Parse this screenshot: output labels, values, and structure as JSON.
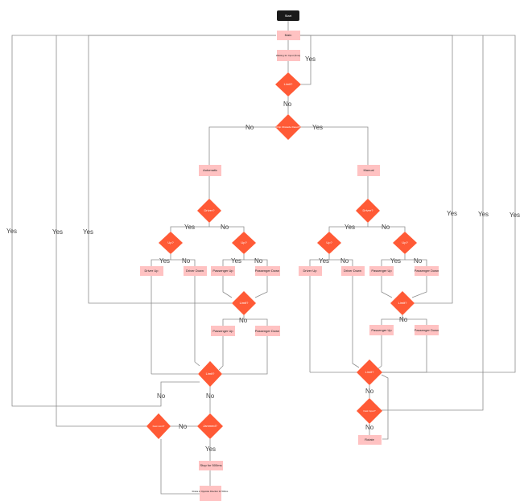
{
  "diagram": {
    "nodes": {
      "start": "Start",
      "main": "Main",
      "waiting": "Waiting for Input (5ms)",
      "q_limit_top": "Limit?",
      "q_obstacle": "Chip Obstacle Detect?",
      "automatic": "Automatic",
      "manual": "Manual",
      "q_driver_l": "Driver?",
      "q_up_l1": "Up?",
      "q_up_l2": "Up?",
      "driver_up_l": "Driver Up",
      "driver_down_l": "Driver Down",
      "pass_up_l": "Passenger Up",
      "pass_down_l": "Passenger Down",
      "q_limit_l": "Limit?",
      "pass_up_l2": "Passenger Up",
      "pass_down_l2": "Passenger Down",
      "q_limit_l2": "Limit?",
      "q_jammed": "Jammed?",
      "q_fast_limit": "Fast Limit?",
      "stop_500": "Stop for 500ms",
      "rotate_opposite": "Rotate in Opposite Direction for 500ms",
      "q_driver_r": "Driver?",
      "q_up_r1": "Up?",
      "q_up_r2": "Up?",
      "driver_up_r": "Driver Up",
      "driver_down_r": "Driver Down",
      "pass_up_r": "Passenger Up",
      "pass_down_r": "Passenger Down",
      "q_limit_r": "Limit?",
      "pass_up_r2": "Passenger Up",
      "pass_down_r2": "Passenger Down",
      "q_limit_r2": "Limit?",
      "q_fast_input": "Fast Input?",
      "rotate": "Rotate"
    },
    "labels": {
      "yes": "Yes",
      "no": "No"
    }
  }
}
